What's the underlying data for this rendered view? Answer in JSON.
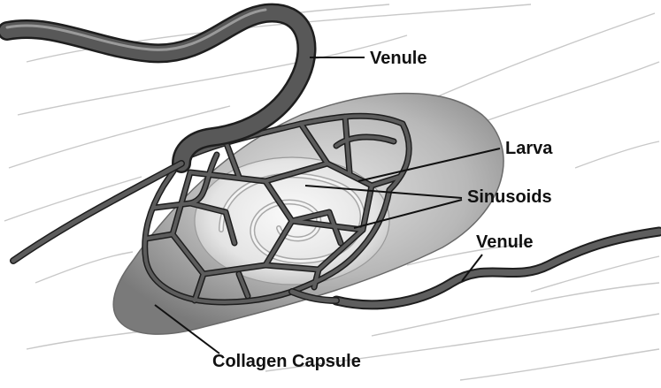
{
  "labels": {
    "venule_top": "Venule",
    "larva": "Larva",
    "sinusoids": "Sinusoids",
    "venule_right": "Venule",
    "collagen_capsule": "Collagen Capsule"
  },
  "colors": {
    "vessel": "#555555",
    "vessel_edge": "#1e1e1e",
    "capsule": "#b8b8b8",
    "larva": "#ededed",
    "fibers": "#c8c8c8",
    "leader_lines": "#111111"
  }
}
